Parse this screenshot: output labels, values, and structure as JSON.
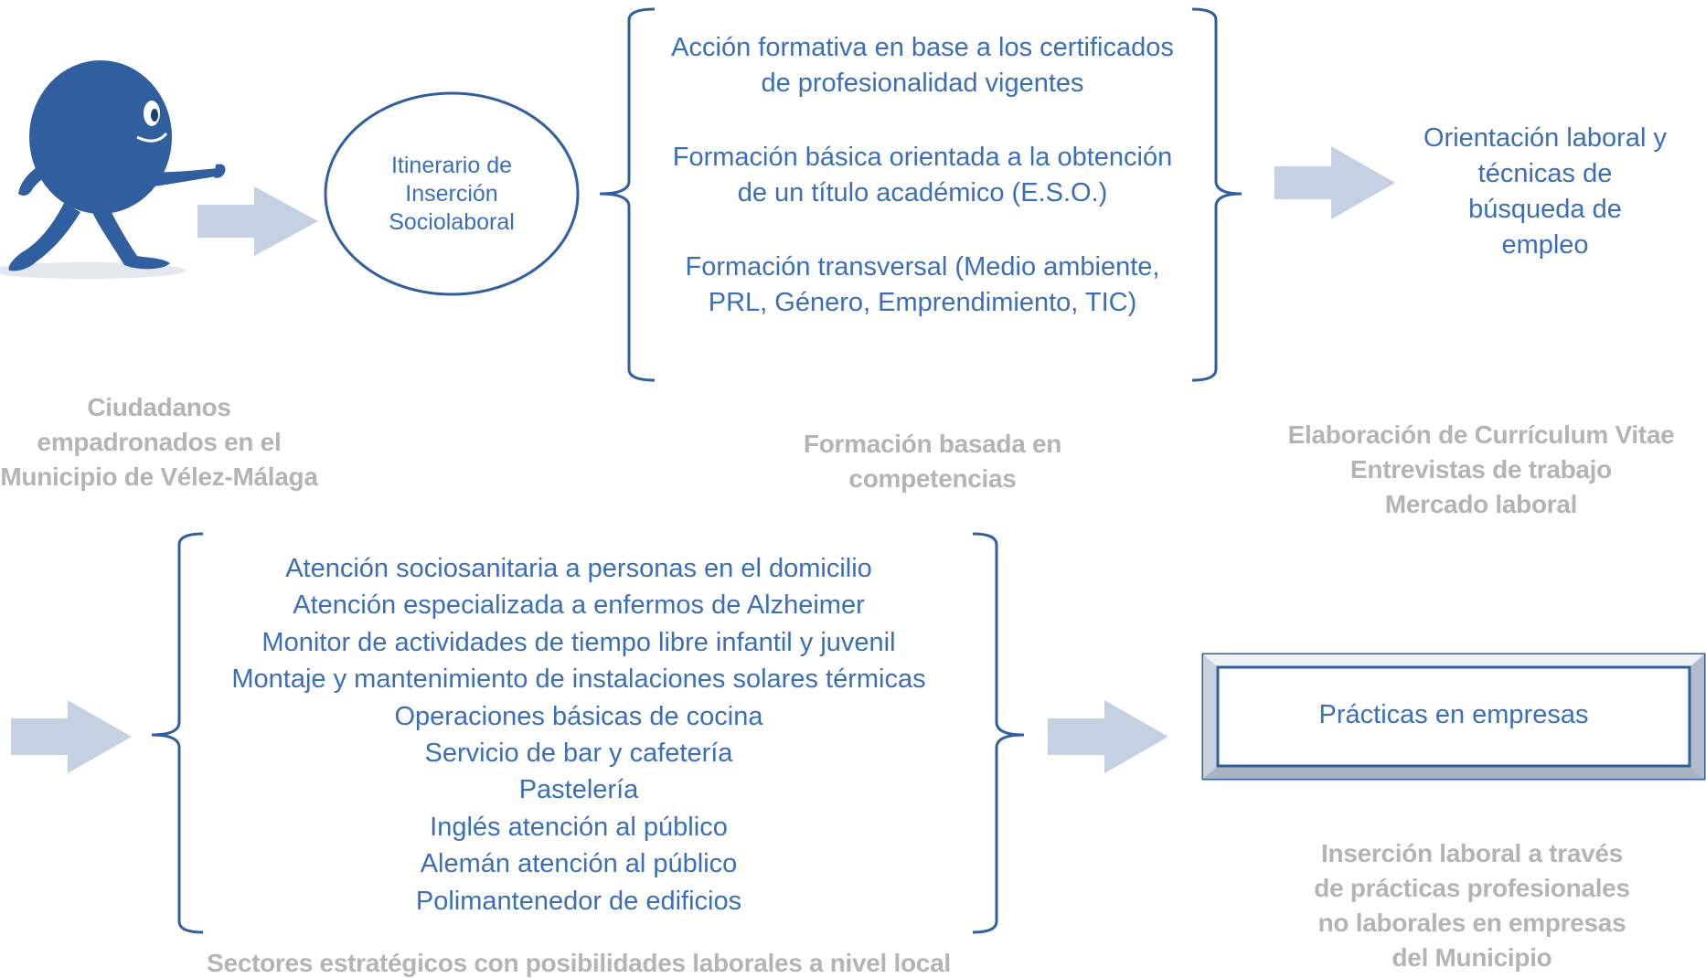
{
  "flow": {
    "citizens_caption": [
      "Ciudadanos",
      "empadronados en el",
      "Municipio de Vélez-Málaga"
    ],
    "itinerary": [
      "Itinerario de",
      "Inserción",
      "Sociolaboral"
    ],
    "training_groups": [
      [
        "Acción formativa en base a los certificados",
        "de profesionalidad vigentes"
      ],
      [
        "Formación básica orientada a la obtención",
        "de un título académico (E.S.O.)"
      ],
      [
        "Formación transversal (Medio ambiente,",
        "PRL, Género, Emprendimiento, TIC)"
      ]
    ],
    "training_caption": [
      "Formación basada en",
      "competencias"
    ],
    "orientation": [
      "Orientación laboral y",
      "técnicas de",
      "búsqueda de",
      "empleo"
    ],
    "orientation_caption": [
      "Elaboración de Currículum Vitae",
      "Entrevistas de trabajo",
      "Mercado laboral"
    ],
    "sectors": [
      "Atención sociosanitaria a personas en el domicilio",
      "Atención especializada a enfermos de Alzheimer",
      "Monitor de actividades de tiempo libre infantil y juvenil",
      "Montaje y mantenimiento de instalaciones solares térmicas",
      "Operaciones básicas de cocina",
      "Servicio de bar y cafetería",
      "Pastelería",
      "Inglés atención al público",
      "Alemán atención al público",
      "Polimantenedor de edificios"
    ],
    "sectors_caption": "Sectores estratégicos con posibilidades laborales a nivel local",
    "practicas": "Prácticas en empresas",
    "practicas_caption": [
      "Inserción laboral a través",
      "de prácticas profesionales",
      "no laborales en empresas",
      "del Municipio"
    ]
  },
  "colors": {
    "text_blue": "#3a6fb7",
    "caption_gray": "#b4b4b4",
    "arrow_fill": "#c4d1e3",
    "figure_blue": "#2d5fa0"
  },
  "icons": [
    "pointing-character-icon",
    "arrow-right-icon"
  ]
}
